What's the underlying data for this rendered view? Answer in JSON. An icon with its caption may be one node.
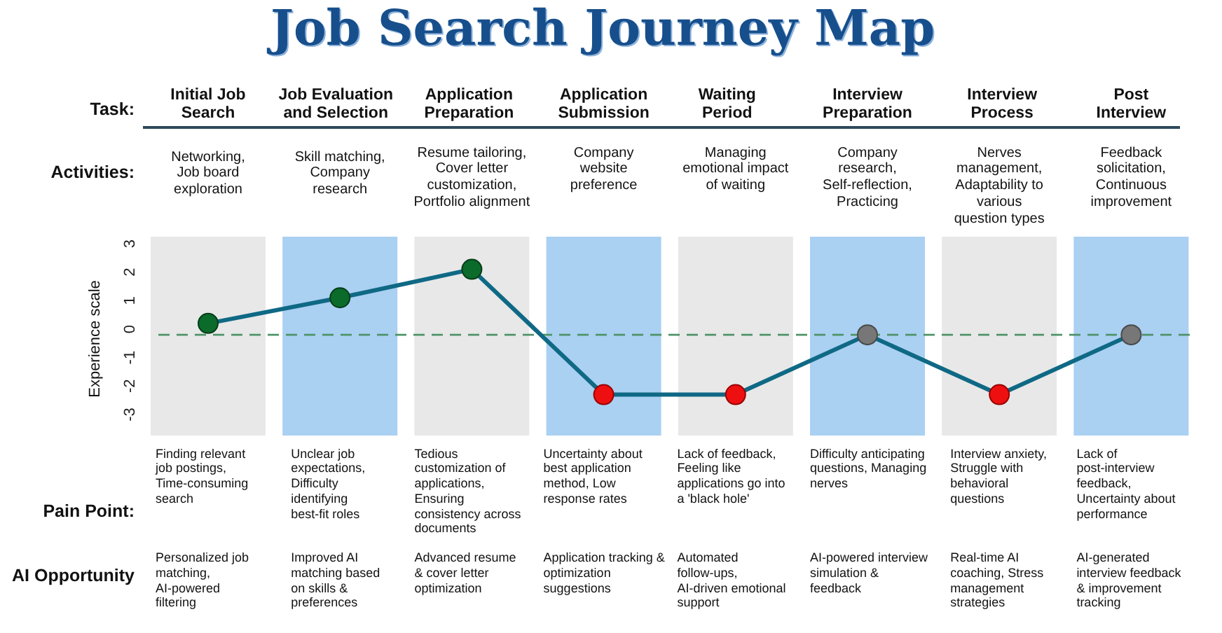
{
  "diagram": {
    "title": "Job Search Journey Map",
    "labels": [
      "Task:",
      "Initial Job Search",
      "Job Evaluation and Selection",
      "Application Preparation",
      "Application Submission",
      "Waiting Period",
      "Interview Preparation",
      "Interview Process",
      "Post Interview",
      "Activities:",
      "Networking, Job board exploration",
      "Skill matching, Company research",
      "Resume tailoring, Cover letter customization, Portfolio alignment",
      "Company website preference",
      "Managing emotional impact of waiting",
      "Company research, Self-reflection, Practicing",
      "Nerves management, Adaptability to various question types",
      "Feedback solicitation, Continuous improvement",
      "Pain Point:",
      "Finding relevant job postings, Time-consuming search",
      "Unclear job expectations, Difficulty identifying best-fit roles",
      "Tedious customization of applications, Ensuring consistency across documents",
      "Uncertainty about best application method, Low response rates",
      "Lack of feedback, Feeling like applications go into a 'black hole'",
      "Difficulty anticipating questions, Managing nerves",
      "Interview anxiety, Struggle with behavioral questions",
      "Lack of post-interview feedback, Uncertainty about performance",
      "AI Opportunity",
      "Personalized job matching, AI-powered filtering",
      "Improved AI matching based on skills & preferences",
      "Advanced resume & cover letter optimization",
      "Application tracking & optimization suggestions",
      "Automated follow-ups, AI-driven emotional support",
      "AI-powered interview simulation & feedback",
      "Real-time AI coaching, Stress management strategies",
      "AI-generated interview feedback & improvement tracking"
    ],
    "chart_data": {
      "type": "line",
      "ylabel": "Experience scale",
      "ylim": [
        -3,
        3
      ],
      "yticks": [
        -3,
        -2,
        -1,
        0,
        1,
        2,
        3
      ],
      "ref_lines": [
        {
          "axis": "y",
          "value": -0.2,
          "color": "#4f9468"
        }
      ],
      "series": [
        {
          "color": "#0f6985",
          "marker": "circle",
          "values": [
            0.2,
            1.1,
            2.1,
            -2.3,
            -2.3,
            -0.2,
            -2.3,
            -0.2
          ]
        }
      ]
    }
  }
}
